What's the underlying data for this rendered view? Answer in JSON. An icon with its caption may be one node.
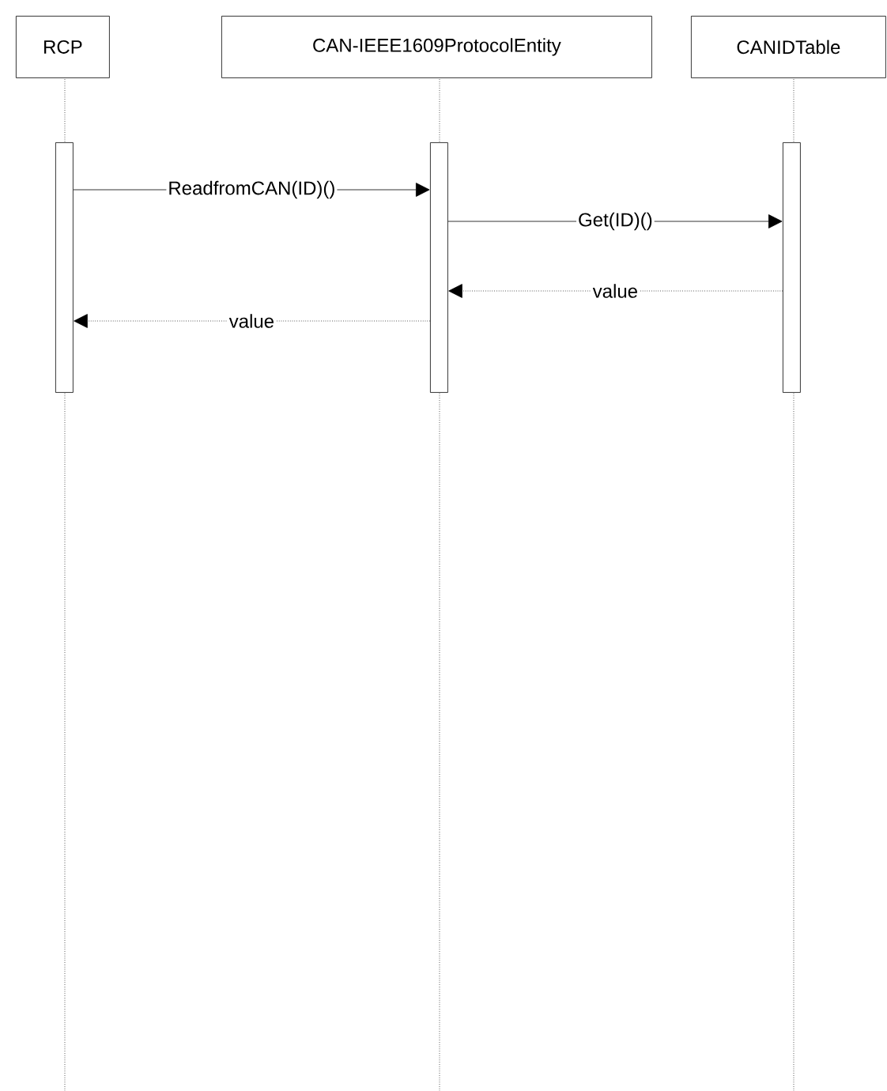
{
  "diagram": {
    "nodes": [
      {
        "text": [
          "RCP"
        ]
      },
      {
        "text": [
          "CAN-IEEE1609ProtocolEntity"
        ]
      },
      {
        "text": [
          "CANIDTable"
        ]
      },
      {
        "text": [],
        "shape": "bar"
      },
      {
        "text": [],
        "shape": "bar"
      },
      {
        "text": [],
        "shape": "bar"
      }
    ],
    "edges": [
      {
        "from": 3,
        "to": 4,
        "arrow": "to",
        "label": "ReadfromCAN(ID)()"
      },
      {
        "from": 4,
        "to": 5,
        "arrow": "to",
        "label": "Get(ID)()"
      },
      {
        "from": 5,
        "to": 4,
        "arrow": "to",
        "label": "value",
        "style": "dashed"
      },
      {
        "from": 4,
        "to": 3,
        "arrow": "to",
        "label": "value",
        "style": "dashed"
      }
    ]
  }
}
